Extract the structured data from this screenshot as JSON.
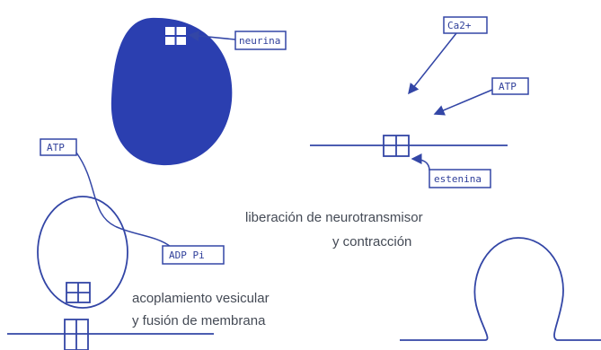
{
  "labels": {
    "neurina": "neurina",
    "ca2": "Ca2+",
    "atp_top": "ATP",
    "estenina": "estenina",
    "atp_left": "ATP",
    "adp_pi": "ADP Pi"
  },
  "captions": {
    "liberacion_line1": "liberación de neurotransmisor",
    "liberacion_line2": "y contracción",
    "acoplamiento_line1": "acoplamiento vesicular",
    "acoplamiento_line2": "y fusión de membrana"
  },
  "colors": {
    "ink": "#3346a6",
    "blob": "#2b3fb0",
    "text": "#444a55"
  }
}
